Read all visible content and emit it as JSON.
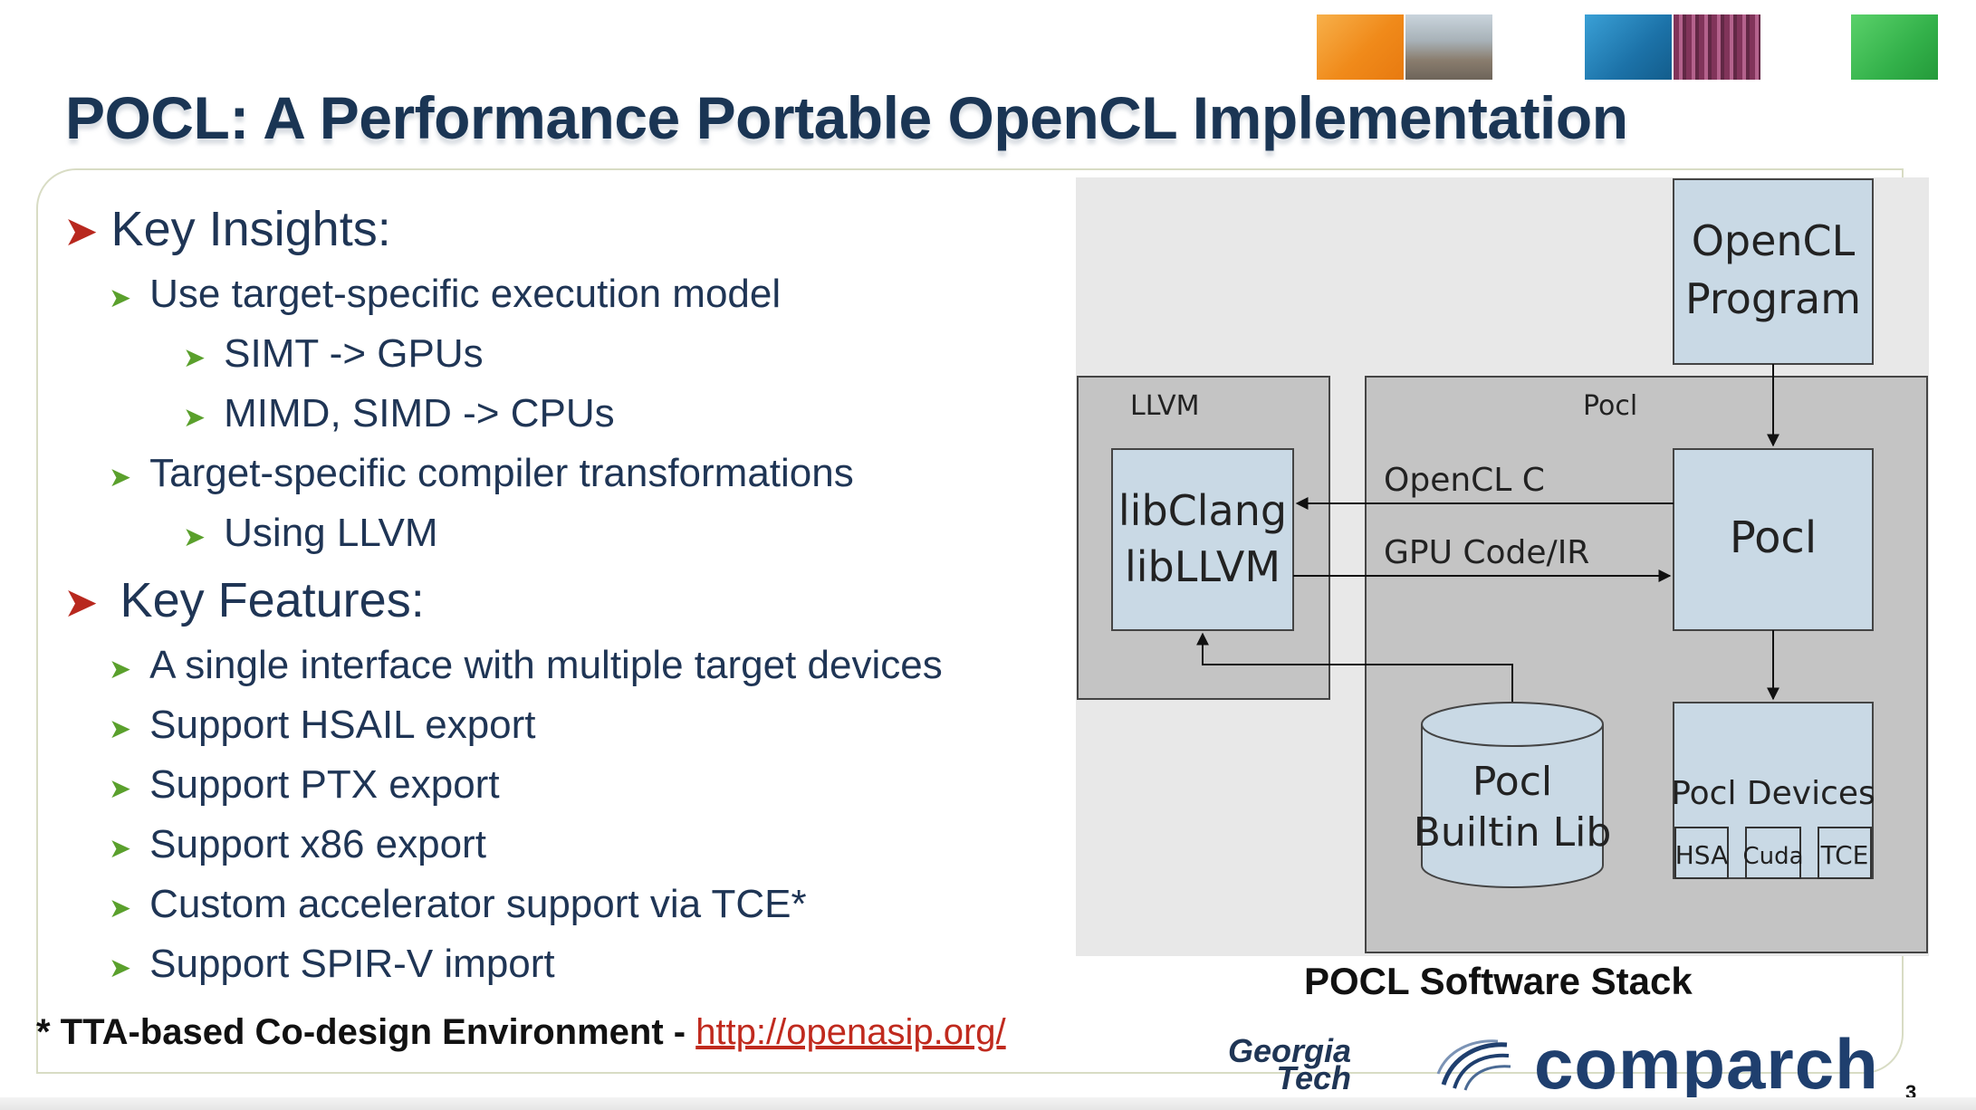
{
  "title": "POCL: A Performance Portable OpenCL Implementation",
  "bullets": [
    {
      "level": 0,
      "text": "Key Insights:"
    },
    {
      "level": 1,
      "text": "Use target-specific execution model"
    },
    {
      "level": 2,
      "text": "SIMT -> GPUs"
    },
    {
      "level": 2,
      "text": "MIMD, SIMD -> CPUs"
    },
    {
      "level": 1,
      "text": "Target-specific compiler transformations"
    },
    {
      "level": 2,
      "text": "Using LLVM"
    },
    {
      "level": 0,
      "text": "Key Features:"
    },
    {
      "level": 1,
      "text": "A single interface with multiple target devices"
    },
    {
      "level": 1,
      "text": "Support HSAIL export"
    },
    {
      "level": 1,
      "text": "Support PTX export"
    },
    {
      "level": 1,
      "text": "Support x86 export"
    },
    {
      "level": 1,
      "text": "Custom accelerator support via TCE*"
    },
    {
      "level": 1,
      "text": "Support SPIR-V import"
    }
  ],
  "footnote": {
    "text": "* TTA-based Co-design Environment - ",
    "link": "http://openasip.org/"
  },
  "diagram": {
    "opencl_program": [
      "OpenCL",
      "Program"
    ],
    "llvm_label": "LLVM",
    "pocl_label": "Pocl",
    "libs": [
      "libClang",
      "libLLVM"
    ],
    "pocl_box": "Pocl",
    "arrow_opencl_c": "OpenCL C",
    "arrow_gpu_code": "GPU Code/IR",
    "builtin_lib": [
      "Pocl",
      "Builtin Lib"
    ],
    "devices_label": "Pocl Devices",
    "devices": [
      "HSA",
      "Cuda",
      "TCE"
    ]
  },
  "caption": "POCL Software Stack",
  "logos": {
    "georgia_tech": [
      "Georgia",
      "Tech"
    ],
    "comparch": "comparch"
  },
  "page_number": "3",
  "colors": {
    "title": "#1a3554",
    "bullet_major": "#b8281e",
    "bullet_minor": "#5aa02c",
    "link": "#c02a1e",
    "diagram_bg": "#e8e8e8",
    "diagram_box": "#c9d9e5"
  }
}
